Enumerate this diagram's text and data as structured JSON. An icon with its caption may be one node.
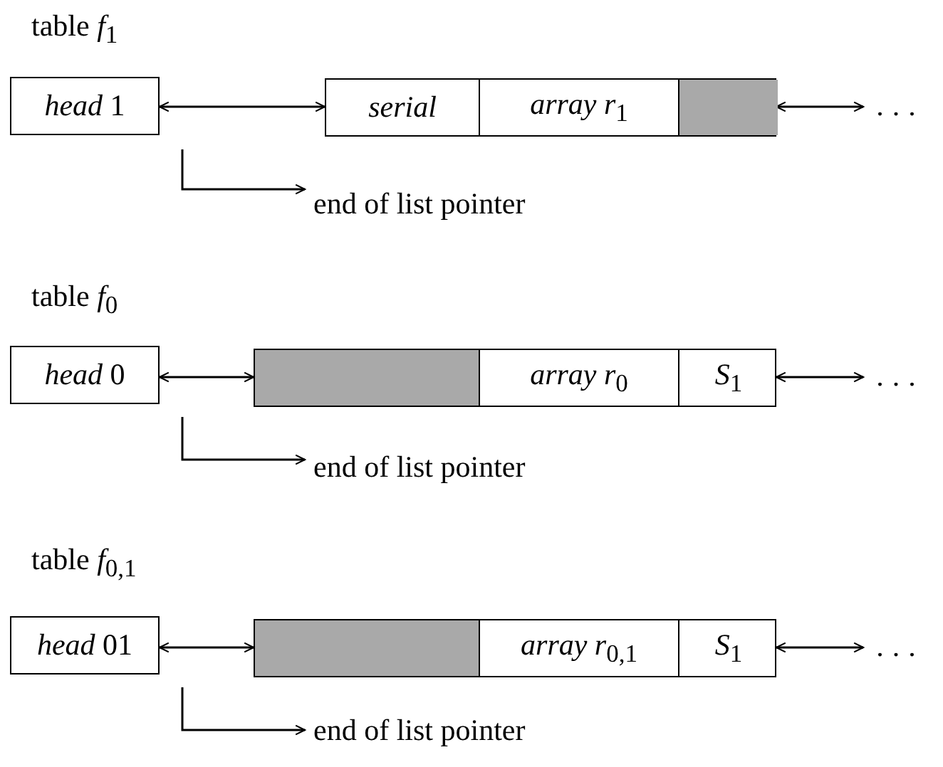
{
  "diagram": {
    "nodes": [
      {
        "text": [
          "*head* 1"
        ]
      },
      {
        "text": [],
        "shape": "box"
      },
      {
        "text": [
          "serial"
        ],
        "in": 1
      },
      {
        "text": [
          "array r$_{1}$"
        ],
        "in": 1
      },
      {
        "text": [],
        "shape": "box",
        "in": 1
      },
      {
        "text": [
          "..."
        ]
      },
      {
        "text": [
          "end of list pointer"
        ]
      },
      {
        "text": [
          "*head* 0"
        ]
      },
      {
        "text": [],
        "shape": "box"
      },
      {
        "text": [],
        "shape": "box",
        "in": 8
      },
      {
        "text": [
          "array r$_{0}$"
        ],
        "in": 8
      },
      {
        "text": [
          "S$_{1}$"
        ],
        "in": 8
      },
      {
        "text": [
          "..."
        ]
      },
      {
        "text": [
          "end of list pointer"
        ]
      },
      {
        "text": [
          "*head* 01"
        ]
      },
      {
        "text": [],
        "shape": "box"
      },
      {
        "text": [],
        "shape": "box",
        "in": 15
      },
      {
        "text": [
          "array r$_{0,1}$"
        ],
        "in": 15
      },
      {
        "text": [
          "S$_{1}$"
        ],
        "in": 15
      },
      {
        "text": [
          "..."
        ]
      },
      {
        "text": [
          "end of list pointer"
        ]
      }
    ],
    "edges": [
      {
        "from": 0,
        "to": 1,
        "arrow": "both"
      },
      {
        "from": 1,
        "to": 5,
        "arrow": "both"
      },
      {
        "from": null,
        "to": 6,
        "arrow": "to"
      },
      {
        "from": 7,
        "to": 8,
        "arrow": "both"
      },
      {
        "from": 8,
        "to": 12,
        "arrow": "both"
      },
      {
        "from": null,
        "to": 13,
        "arrow": "to"
      },
      {
        "from": 14,
        "to": 15,
        "arrow": "both"
      },
      {
        "from": 15,
        "to": 19,
        "arrow": "both"
      },
      {
        "from": null,
        "to": 20,
        "arrow": "to"
      }
    ],
    "labels": [
      "table *f*$_{1}$",
      "table *f*$_{0}$",
      "table *f*$_{0,1}$"
    ]
  }
}
